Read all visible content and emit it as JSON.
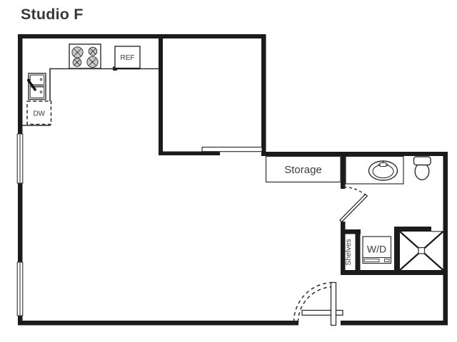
{
  "title": "Studio F",
  "colors": {
    "wall": "#1b1b1b",
    "line": "#2e2e2e",
    "text": "#3b3b3b",
    "background": "#ffffff"
  },
  "kitchen": {
    "refrigerator_label": "REF",
    "dishwasher_label": "DW"
  },
  "closets": {
    "storage_label": "Storage",
    "shelves_label": "Shelves"
  },
  "laundry": {
    "washer_dryer_label": "W/D"
  }
}
